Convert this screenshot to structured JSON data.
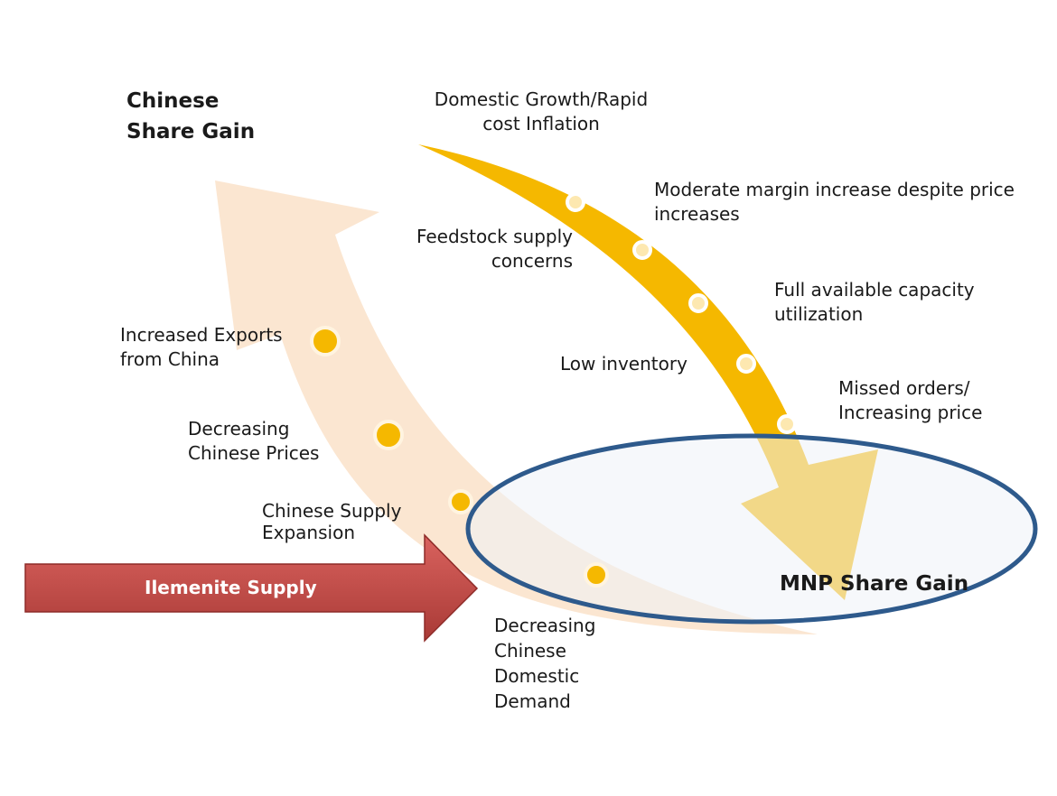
{
  "titles": {
    "chinese_share_gain": "Chinese\nShare Gain",
    "mnp_share_gain": "MNP Share Gain"
  },
  "red_arrow": {
    "label": "Ilemenite Supply",
    "color": "#c0504d"
  },
  "gold_arrow": {
    "color": "#f5b800",
    "labels": {
      "domestic_growth": "Domestic Growth/Rapid\ncost Inflation",
      "moderate_margin": "Moderate margin increase despite price\nincreases",
      "feedstock": "Feedstock supply\nconcerns",
      "full_capacity": "Full available capacity\nutilization",
      "low_inventory": "Low inventory",
      "missed_orders": "Missed orders/\nIncreasing price"
    }
  },
  "peach_arrow": {
    "color": "#fbe5cf",
    "labels": {
      "increased_exports": "Increased Exports\nfrom China",
      "decreasing_prices": "Decreasing\nChinese Prices",
      "supply_expansion": "Chinese Supply\nExpansion",
      "decreasing_demand": "Decreasing\nChinese\nDomestic\nDemand"
    }
  },
  "ellipse": {
    "stroke": "#2e5a8c",
    "fill": "#eef2f8"
  }
}
